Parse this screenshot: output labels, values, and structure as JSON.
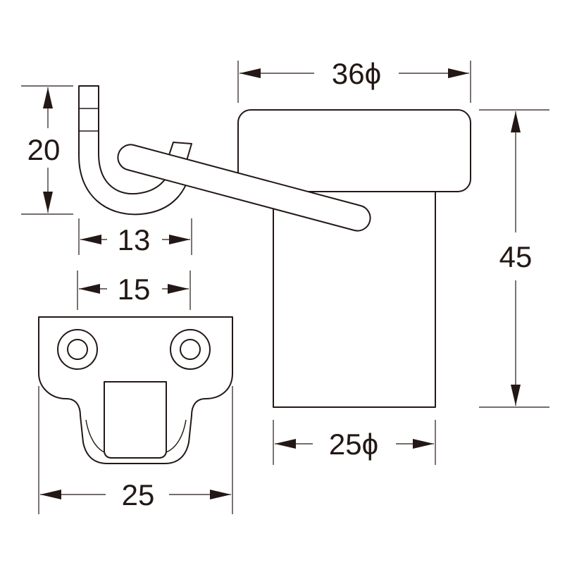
{
  "dimensions": {
    "top_diameter": "36ϕ",
    "bottom_diameter": "25ϕ",
    "height": "45",
    "hook_height": "20",
    "hook_depth": "13",
    "plate_hole_spacing": "15",
    "plate_width": "25"
  },
  "colors": {
    "line": "#231815",
    "background": "#ffffff"
  }
}
